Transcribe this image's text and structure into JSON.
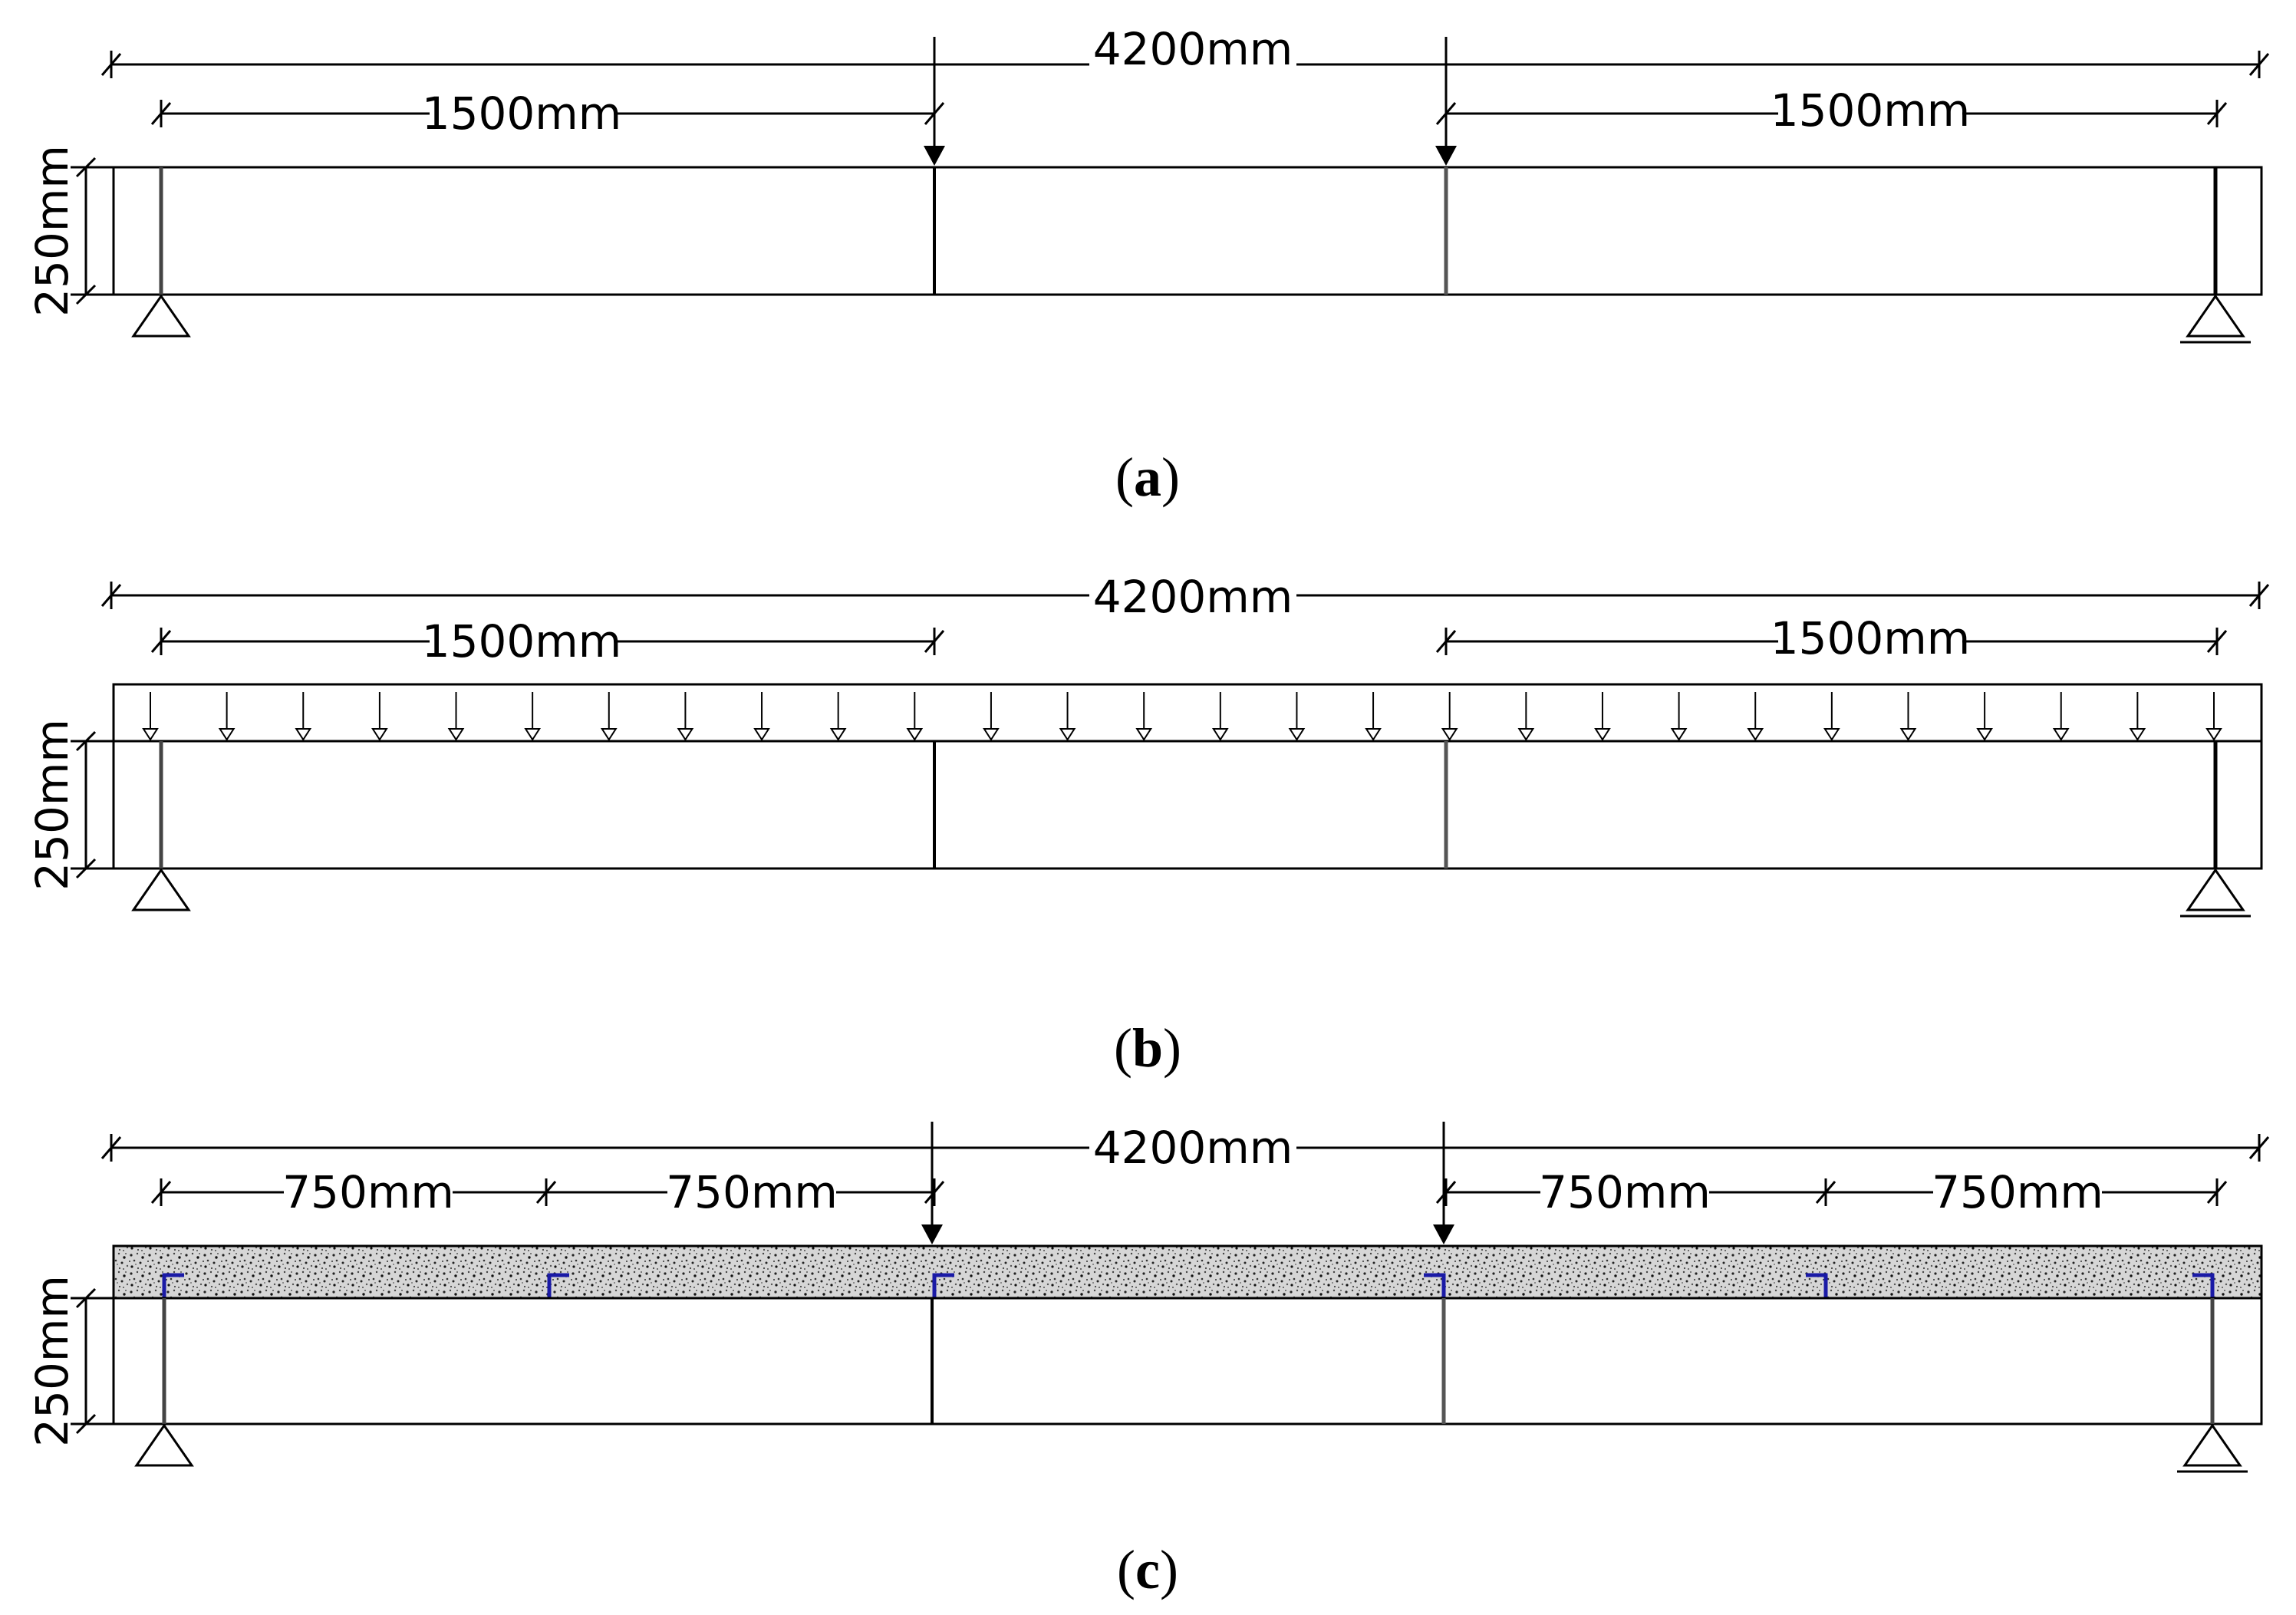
{
  "colors": {
    "line": "#000000",
    "stirrup": "#1a1aa6",
    "concrete_fill": "#d9d9d9",
    "background": "#ffffff"
  },
  "panels": [
    {
      "id": "a",
      "caption_open": "(",
      "caption_letter": "a",
      "caption_close": ")",
      "total_length_label": "4200mm",
      "shear_span_left_label": "1500mm",
      "shear_span_right_label": "1500mm",
      "height_label": "250mm",
      "load_type": "two-point",
      "has_overlay": false
    },
    {
      "id": "b",
      "caption_open": "(",
      "caption_letter": "b",
      "caption_close": ")",
      "total_length_label": "4200mm",
      "shear_span_left_label": "1500mm",
      "shear_span_right_label": "1500mm",
      "height_label": "250mm",
      "load_type": "distributed",
      "has_overlay": false
    },
    {
      "id": "c",
      "caption_open": "(",
      "caption_letter": "c",
      "caption_close": ")",
      "total_length_label": "4200mm",
      "segment_labels": [
        "750mm",
        "750mm",
        "750mm",
        "750mm"
      ],
      "height_label": "250mm",
      "load_type": "two-point",
      "has_overlay": true
    }
  ]
}
